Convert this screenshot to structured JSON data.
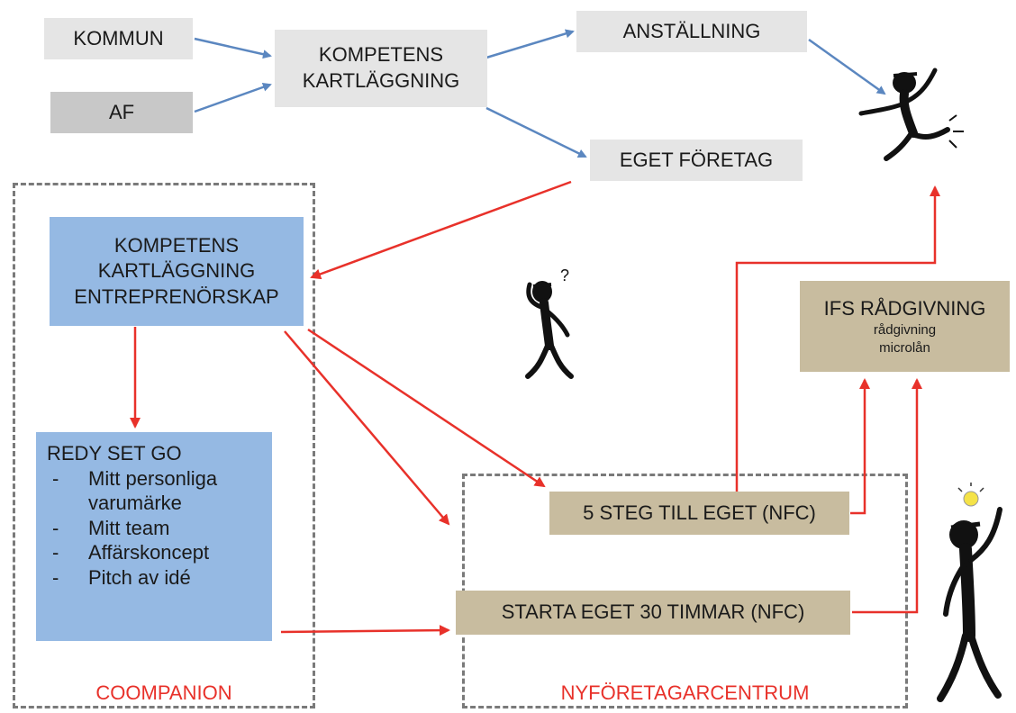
{
  "top": {
    "kommun": "KOMMUN",
    "af": "AF",
    "kompetens": [
      "KOMPETENS",
      "KARTLÄGGNING"
    ],
    "anstallning": "ANSTÄLLNING",
    "eget_foretag": "EGET FÖRETAG"
  },
  "coompanion": {
    "label": "COOMPANION",
    "kartlaggning": [
      "KOMPETENS",
      "KARTLÄGGNING",
      "ENTREPRENÖRSKAP"
    ],
    "redy": {
      "title": "REDY SET GO",
      "items": [
        "Mitt personliga varumärke",
        "Mitt team",
        "Affärskoncept",
        "Pitch av idé"
      ]
    }
  },
  "nfc": {
    "label": "NYFÖRETAGARCENTRUM",
    "steg": "5 STEG TILL EGET (NFC)",
    "starta": "STARTA EGET 30 TIMMAR (NFC)"
  },
  "ifs": {
    "title": "IFS RÅDGIVNING",
    "sub1": "rådgivning",
    "sub2": "microlån"
  },
  "colors": {
    "blue_arrow": "#5b87c0",
    "red_arrow": "#e8312a"
  },
  "icons": [
    "jumping-person-icon",
    "confused-person-icon",
    "idea-person-icon"
  ]
}
